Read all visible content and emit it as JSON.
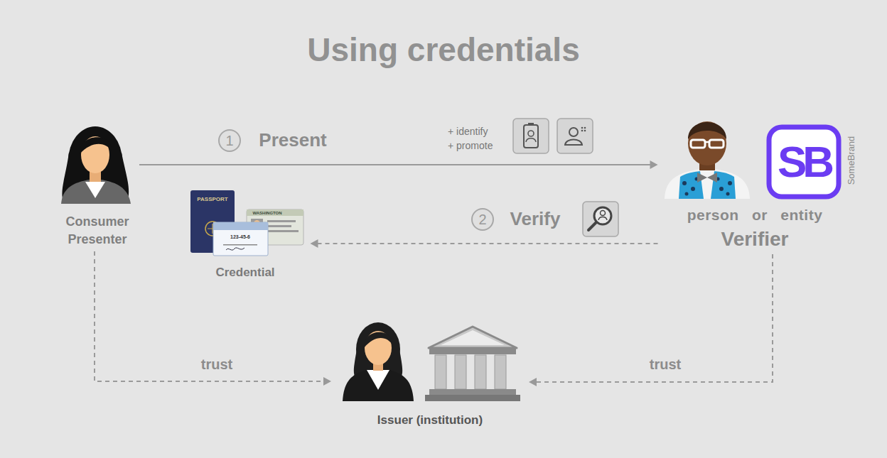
{
  "diagram": {
    "title": "Using credentials",
    "nodes": [
      {
        "text": [
          "Consumer Presenter"
        ]
      },
      {
        "text": [
          "Credential"
        ]
      },
      {
        "text": [
          "person or entity",
          "Verifier"
        ]
      },
      {
        "text": [
          "Issuer (institution)"
        ]
      }
    ],
    "edges": [
      {
        "from": 0,
        "to": 2,
        "label": "Present",
        "arrow": "to"
      },
      {
        "from": 2,
        "to": 1,
        "label": "Verify",
        "arrow": "to"
      },
      {
        "from": 0,
        "to": 3,
        "label": "trust",
        "arrow": "to"
      },
      {
        "from": 2,
        "to": 3,
        "label": "trust",
        "arrow": "to"
      }
    ],
    "labels": [
      "1",
      "+ identify",
      "+ promote",
      "PASSPORT",
      "WASHINGTON",
      "123-45-6",
      "2",
      "SB",
      "SomeBrand"
    ]
  }
}
